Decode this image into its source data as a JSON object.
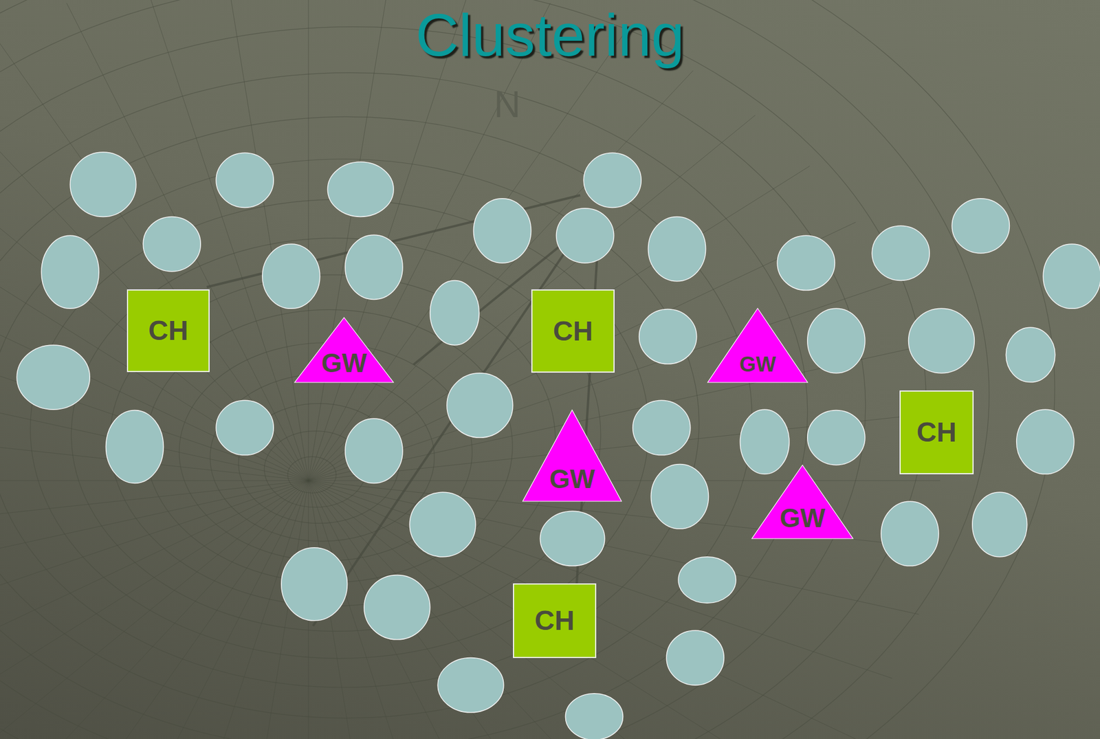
{
  "diagram": {
    "title": "Clustering",
    "nodes": [
      {
        "text": [
          "CH"
        ]
      },
      {
        "text": [
          "GW"
        ]
      },
      {
        "text": [
          "CH"
        ]
      },
      {
        "text": [
          "GW"
        ]
      },
      {
        "text": [
          "GW"
        ]
      },
      {
        "text": [
          "GW"
        ]
      },
      {
        "text": [
          "CH"
        ]
      },
      {
        "text": [
          "CH"
        ]
      }
    ],
    "labels": [
      "N"
    ]
  }
}
